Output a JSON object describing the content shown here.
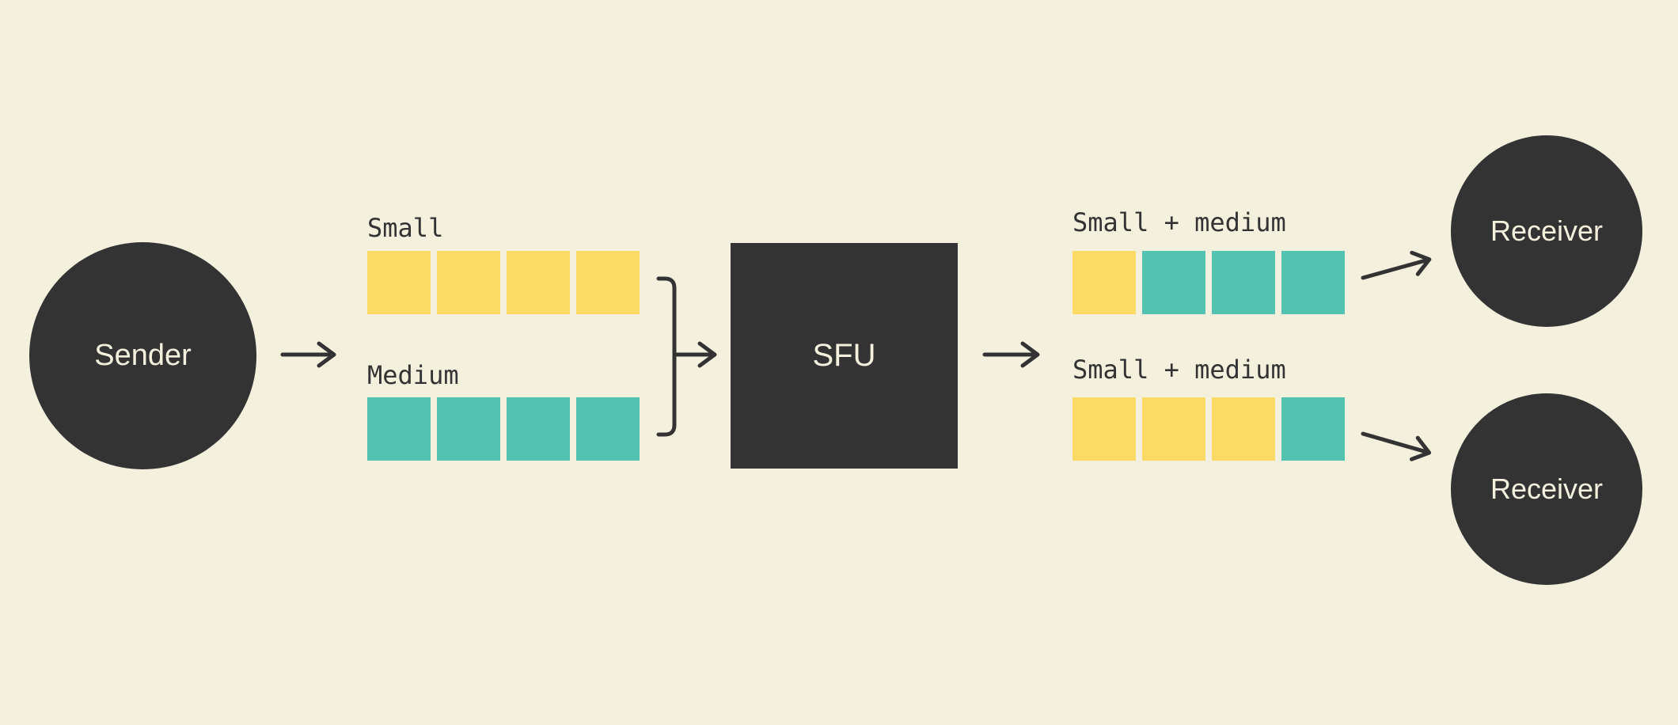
{
  "colors": {
    "background": "#F3F1DE",
    "dark": "#333333",
    "yellow": "#FBDB66",
    "teal": "#53C3B1",
    "node_text": "#F3F1DE",
    "label_text": "#333333"
  },
  "nodes": {
    "sender": {
      "label": "Sender"
    },
    "sfu": {
      "label": "SFU"
    },
    "receiver_top": {
      "label": "Receiver"
    },
    "receiver_bottom": {
      "label": "Receiver"
    }
  },
  "streams": {
    "sender_small": {
      "label": "Small",
      "squares": [
        "yellow",
        "yellow",
        "yellow",
        "yellow"
      ]
    },
    "sender_medium": {
      "label": "Medium",
      "squares": [
        "teal",
        "teal",
        "teal",
        "teal"
      ]
    },
    "receiver_top": {
      "label": "Small + medium",
      "squares": [
        "yellow",
        "teal",
        "teal",
        "teal"
      ]
    },
    "receiver_bottom": {
      "label": "Small + medium",
      "squares": [
        "yellow",
        "yellow",
        "yellow",
        "teal"
      ]
    }
  },
  "connections": [
    {
      "from": "Sender",
      "to": "Small/Medium streams"
    },
    {
      "from": "Small/Medium streams",
      "to": "SFU",
      "note": "merged by bracket"
    },
    {
      "from": "SFU",
      "to": "Small + medium streams"
    },
    {
      "from": "Small + medium (top)",
      "to": "Receiver (top)"
    },
    {
      "from": "Small + medium (bottom)",
      "to": "Receiver (bottom)"
    }
  ]
}
